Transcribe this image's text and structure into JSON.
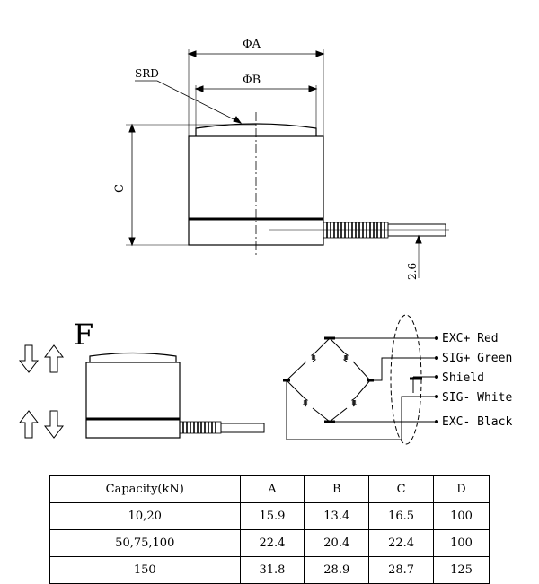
{
  "top_drawing": {
    "dim_a": "ΦA",
    "dim_b": "ΦB",
    "dim_c": "C",
    "srd_label": "SRD",
    "cable_dim": "2.6"
  },
  "force_view": {
    "force_label": "F"
  },
  "wiring": {
    "wires": [
      {
        "label": "EXC+ Red"
      },
      {
        "label": "SIG+ Green"
      },
      {
        "label": "Shield"
      },
      {
        "label": "SIG- White"
      },
      {
        "label": "EXC- Black"
      }
    ]
  },
  "spec_table": {
    "headers": [
      "Capacity(kN)",
      "A",
      "B",
      "C",
      "D"
    ],
    "rows": [
      [
        "10,20",
        "15.9",
        "13.4",
        "16.5",
        "100"
      ],
      [
        "50,75,100",
        "22.4",
        "20.4",
        "22.4",
        "100"
      ],
      [
        "150",
        "31.8",
        "28.9",
        "28.7",
        "125"
      ]
    ]
  }
}
